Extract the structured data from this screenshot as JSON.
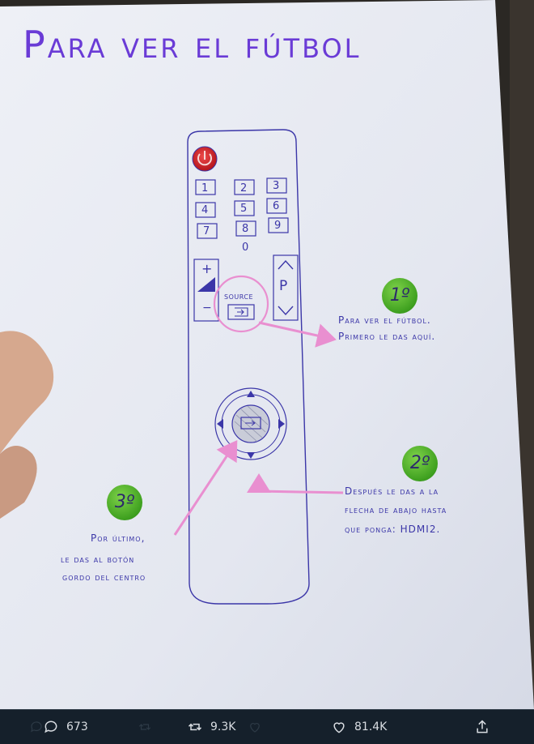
{
  "title": "Para ver el fútbol",
  "remote": {
    "power_icon": "power-icon",
    "digits": [
      "1",
      "2",
      "3",
      "4",
      "5",
      "6",
      "7",
      "8",
      "9",
      "0"
    ],
    "volume_plus": "+",
    "volume_minus": "−",
    "source_label": "SOURCE",
    "channel_label": "P"
  },
  "steps": [
    {
      "badge": "1º",
      "lines": [
        "Para ver el fútbol.",
        "Primero le das aquí."
      ]
    },
    {
      "badge": "2º",
      "lines": [
        "Después le das a la",
        "flecha de abajo hasta",
        "que ponga: HDMI2."
      ]
    },
    {
      "badge": "3º",
      "lines": [
        "Por último,",
        "le das al botón",
        "gordo del centro"
      ]
    }
  ],
  "actions": {
    "reply_count": "673",
    "retweet_count": "9.3K",
    "like_count": "81.4K"
  },
  "colors": {
    "ink": "#3b36a8",
    "title_ink": "#6a3bd6",
    "arrow_pink": "#e98fd0",
    "badge_green": "#4fb627",
    "power_red": "#d2232a",
    "bar_bg": "#15202b"
  }
}
